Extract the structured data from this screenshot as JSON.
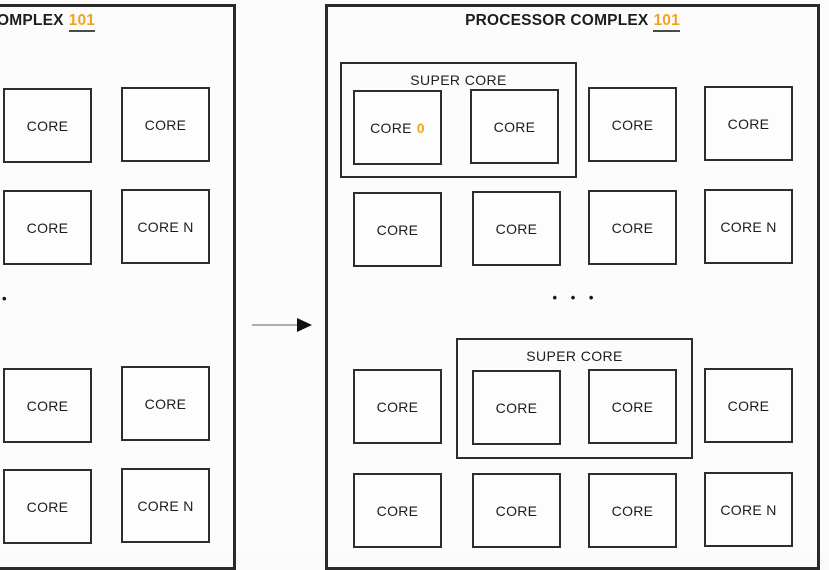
{
  "colors": {
    "accent_orange": "#EFA51E",
    "line": "#2D2D2D",
    "text": "#1C1C1C",
    "underline": "#4A4A4A",
    "background": "#FCFCFC"
  },
  "left_panel": {
    "title_prefix": "OMPLEX",
    "title_ref": "101",
    "cores": [
      "CORE",
      "CORE",
      "CORE",
      "CORE N",
      "CORE",
      "CORE",
      "CORE",
      "CORE N"
    ],
    "dots": "•"
  },
  "arrow": {
    "direction": "right"
  },
  "right_panel": {
    "title_prefix": "PROCESSOR COMPLEX",
    "title_ref": "101",
    "dots": "• • •",
    "super_core_top": {
      "label": "SUPER CORE",
      "core_a_prefix": "CORE",
      "core_a_ref": "0",
      "core_b": "CORE"
    },
    "super_core_bottom": {
      "label": "SUPER CORE",
      "core_a": "CORE",
      "core_b": "CORE"
    },
    "cores_row1": [
      "CORE",
      "CORE"
    ],
    "cores_row2": [
      "CORE",
      "CORE",
      "CORE",
      "CORE N"
    ],
    "cores_row3": [
      "CORE",
      "CORE"
    ],
    "cores_row4": [
      "CORE",
      "CORE",
      "CORE",
      "CORE N"
    ]
  }
}
